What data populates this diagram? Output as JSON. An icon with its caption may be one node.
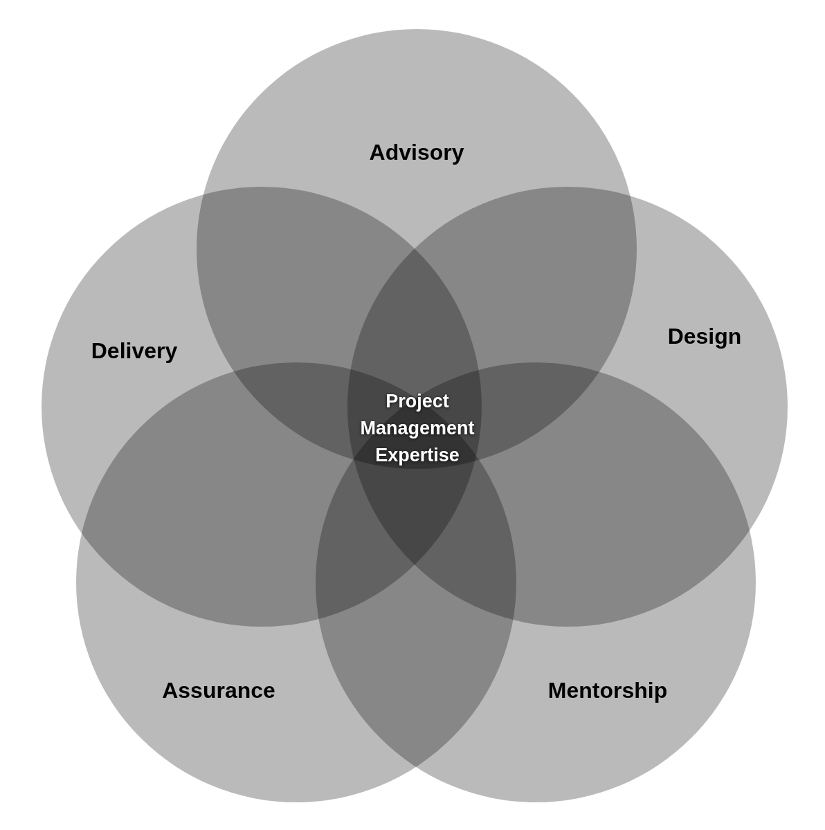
{
  "diagram": {
    "nodes": [
      {
        "text": [
          "Advisory"
        ]
      },
      {
        "text": [
          "Delivery"
        ]
      },
      {
        "text": [
          "Design"
        ]
      },
      {
        "text": [
          "Assurance"
        ]
      },
      {
        "text": [
          "Mentorship"
        ]
      }
    ],
    "labels": [
      "Project Management Expertise"
    ]
  }
}
